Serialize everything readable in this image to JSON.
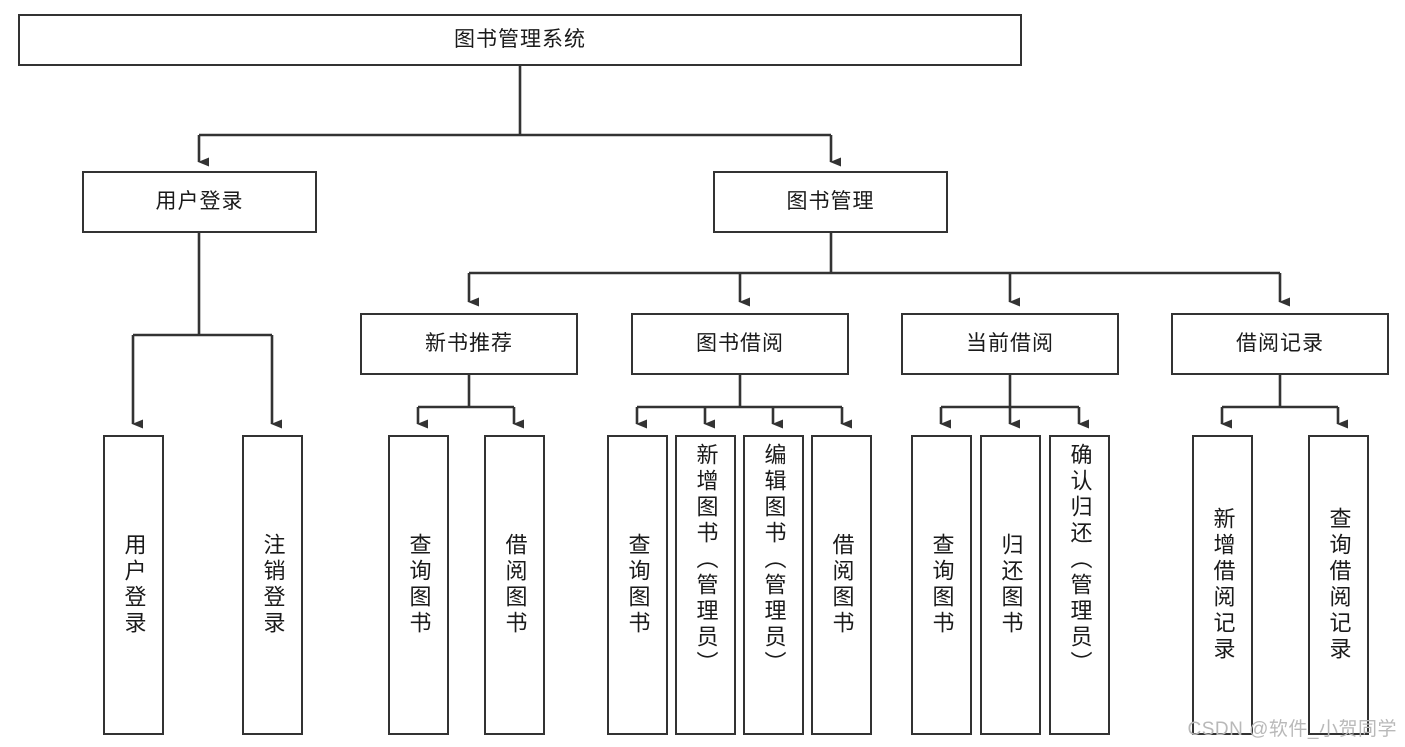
{
  "diagram": {
    "type": "tree",
    "title": "图书管理系统",
    "watermark": "CSDN @软件_小贺同学",
    "colors": {
      "box_border": "#333333",
      "box_fill": "#ffffff",
      "connector": "#333333",
      "text": "#1a1a1a",
      "watermark": "#b9b9b9"
    },
    "levels": {
      "root": {
        "label": "图书管理系统"
      },
      "level2": [
        {
          "label": "用户登录"
        },
        {
          "label": "图书管理"
        }
      ],
      "level3": [
        {
          "label": "新书推荐"
        },
        {
          "label": "图书借阅"
        },
        {
          "label": "当前借阅"
        },
        {
          "label": "借阅记录"
        }
      ]
    },
    "leaves": {
      "user_login": [
        {
          "label": "用户登录"
        },
        {
          "label": "注销登录"
        }
      ],
      "new_book_recommend": [
        {
          "label": "查询图书"
        },
        {
          "label": "借阅图书"
        }
      ],
      "book_borrow": [
        {
          "label": "查询图书"
        },
        {
          "label": "新增图书（管理员）"
        },
        {
          "label": "编辑图书（管理员）"
        },
        {
          "label": "借阅图书"
        }
      ],
      "current_borrow": [
        {
          "label": "查询图书"
        },
        {
          "label": "归还图书"
        },
        {
          "label": "确认归还（管理员）"
        }
      ],
      "borrow_record": [
        {
          "label": "新增借阅记录"
        },
        {
          "label": "查询借阅记录"
        }
      ]
    }
  }
}
